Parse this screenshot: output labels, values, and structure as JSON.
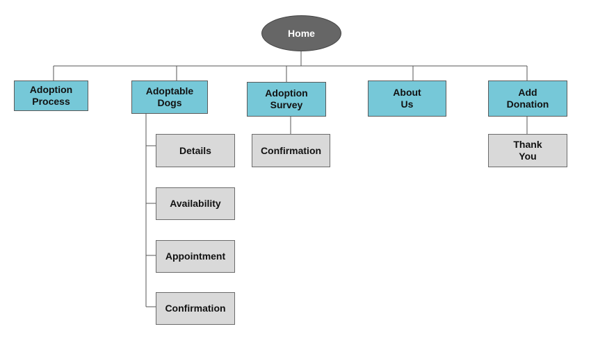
{
  "home": "Home",
  "sections": {
    "adoption_process": "Adoption\nProcess",
    "adoptable_dogs": "Adoptable\nDogs",
    "adoption_survey": "Adoption\nSurvey",
    "about_us": "About\nUs",
    "add_donation": "Add\nDonation"
  },
  "adoptable_dogs_pages": {
    "details": "Details",
    "availability": "Availability",
    "appointment": "Appointment",
    "confirmation": "Confirmation"
  },
  "adoption_survey_pages": {
    "confirmation": "Confirmation"
  },
  "add_donation_pages": {
    "thank_you": "Thank\nYou"
  },
  "colors": {
    "home_fill": "#666666",
    "section_fill": "#76c8d8",
    "subpage_fill": "#d9d9d9",
    "connector": "#555555"
  }
}
